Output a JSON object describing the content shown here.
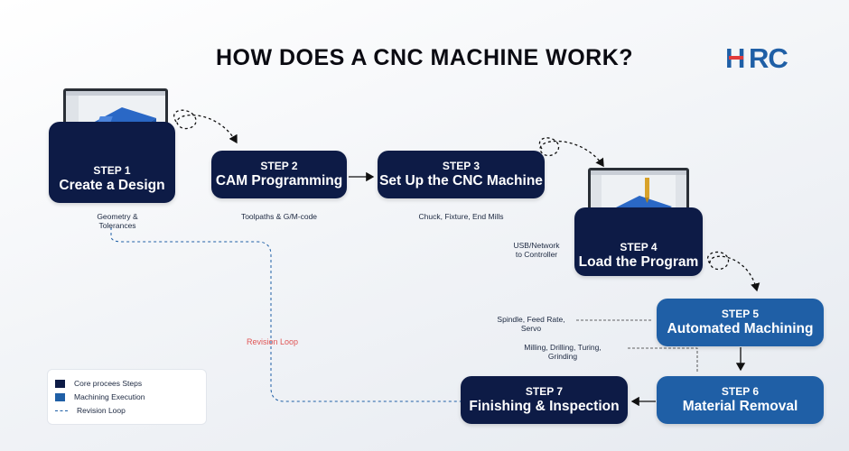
{
  "title": "HOW DOES A CNC MACHINE WORK?",
  "logo": {
    "text": "HRC",
    "colors": {
      "primary": "#1f5fa6",
      "accent": "#e23b3b"
    }
  },
  "colors": {
    "core": "#0d1b46",
    "execution": "#1f5fa6",
    "loop": "#1f5fa6",
    "loop_label": "#e05555"
  },
  "steps": [
    {
      "step": "STEP 1",
      "name": "Create a Design",
      "kind": "core"
    },
    {
      "step": "STEP 2",
      "name": "CAM Programming",
      "kind": "core"
    },
    {
      "step": "STEP 3",
      "name": "Set Up the CNC Machine",
      "kind": "core"
    },
    {
      "step": "STEP 4",
      "name": "Load the Program",
      "kind": "core"
    },
    {
      "step": "STEP 5",
      "name": "Automated Machining",
      "kind": "execution"
    },
    {
      "step": "STEP 6",
      "name": "Material Removal",
      "kind": "execution"
    },
    {
      "step": "STEP 7",
      "name": "Finishing & Inspection",
      "kind": "core"
    }
  ],
  "notes": {
    "geometry_line1": "Geometry &",
    "geometry_line2": "Tolerances",
    "toolpaths": "Toolpaths & G/M-code",
    "chuck": "Chuck, Fixture, End Mills",
    "usb_line1": "USB/Network",
    "usb_line2": "to Controller",
    "spindle_line1": "Spindle, Feed Rate,",
    "spindle_line2": "Servo",
    "milling_line1": "Milling, Drilling, Turing,",
    "milling_line2": "Grinding"
  },
  "revision_loop_label": "Revision Loop",
  "legend": [
    {
      "label": "Core procees Steps",
      "color": "#0d1b46"
    },
    {
      "label": "Machining Execution",
      "color": "#1f5fa6"
    },
    {
      "label": "Revision Loop",
      "style": "dashed"
    }
  ],
  "icons": [
    "design-monitor-icon",
    "machine-monitor-icon",
    "curly-dashed-arrow-icon"
  ]
}
